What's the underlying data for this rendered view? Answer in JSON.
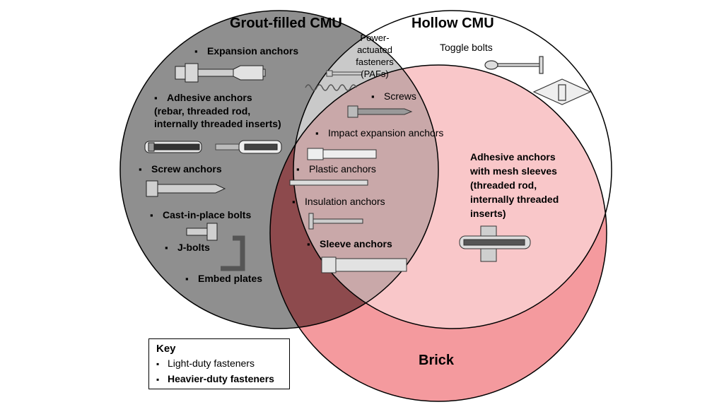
{
  "sets": {
    "grout": "Grout-filled CMU",
    "hollow": "Hollow CMU",
    "brick": "Brick"
  },
  "colors": {
    "grout": "#8f8f8f",
    "hollow": "#ffffff",
    "brick": "#f49a9e",
    "grout_hollow": "#c9c9c9",
    "grout_brick": "#8d4a4d",
    "hollow_brick": "#f9c7c9",
    "all_three": "#c9a8a9"
  },
  "items": {
    "expansion_anchors": "Expansion anchors",
    "adhesive_anchors": "Adhesive anchors (rebar, threaded rod, internally threaded inserts)",
    "screw_anchors": "Screw anchors",
    "cast_in_place": "Cast-in-place bolts",
    "j_bolts": "J-bolts",
    "embed_plates": "Embed plates",
    "pafs": "Power-actuated fasteners (PAFs)",
    "toggle_bolts": "Toggle bolts",
    "screws": "Screws",
    "impact_expansion": "Impact expansion anchors",
    "plastic_anchors": "Plastic anchors",
    "insulation_anchors": "Insulation anchors",
    "sleeve_anchors": "Sleeve anchors",
    "adhesive_mesh": "Adhesive anchors with mesh sleeves (threaded rod, internally threaded inserts)"
  },
  "key": {
    "title": "Key",
    "light": "Light-duty fasteners",
    "heavy": "Heavier-duty fasteners"
  }
}
